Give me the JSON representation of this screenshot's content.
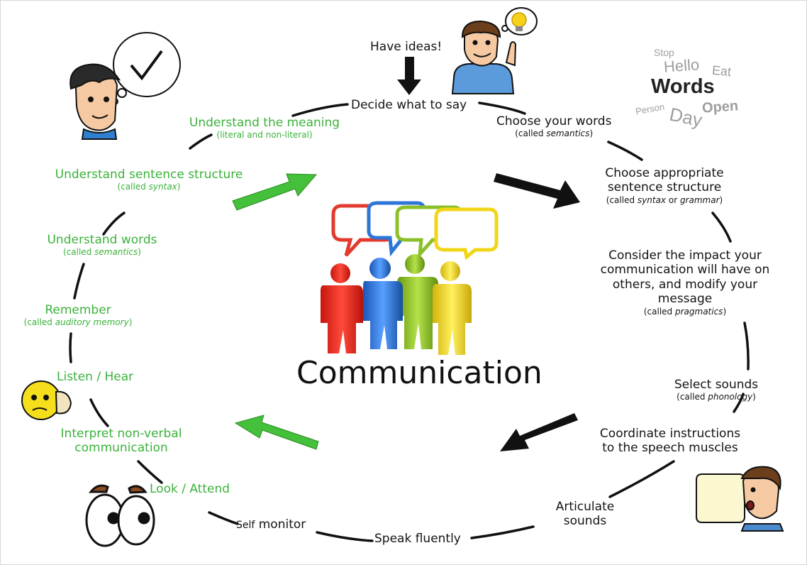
{
  "title": "Communication",
  "have_ideas": "Have ideas!",
  "word_cloud": {
    "main": "Words",
    "others": [
      "Stop",
      "Hello",
      "Eat",
      "Person",
      "Day",
      "Open"
    ]
  },
  "expressive_steps": [
    {
      "main": "Decide what to say",
      "sub": ""
    },
    {
      "main": "Choose your words",
      "sub_pre": "(called ",
      "sub_em": "semantics",
      "sub_post": ")"
    },
    {
      "main1": "Choose appropriate",
      "main2": "sentence structure",
      "sub_pre": "(called ",
      "sub_em": "syntax",
      "sub_mid": " or ",
      "sub_em2": "grammar",
      "sub_post": ")"
    },
    {
      "line1": "Consider the impact your",
      "line2": "communication will have on",
      "line3": "others, and modify your",
      "line4": "message",
      "sub_pre": "(called ",
      "sub_em": "pragmatics",
      "sub_post": ")"
    },
    {
      "main": "Select sounds",
      "sub_pre": "(called ",
      "sub_em": "phonology",
      "sub_post": ")"
    },
    {
      "line1": "Coordinate instructions",
      "line2": "to the speech muscles"
    },
    {
      "line1": "Articulate",
      "line2": "sounds"
    },
    {
      "main": "Speak fluently"
    },
    {
      "main_small": "Self",
      "main": " monitor"
    }
  ],
  "receptive_steps": [
    {
      "line1": "Look / Attend"
    },
    {
      "line1": "Interpret non-verbal",
      "line2": "communication"
    },
    {
      "line1": "Listen / Hear"
    },
    {
      "main": "Remember",
      "sub_pre": "(called ",
      "sub_em": "auditory memory",
      "sub_post": ")"
    },
    {
      "main": "Understand words",
      "sub_pre": "(called ",
      "sub_em": "semantics",
      "sub_post": ")"
    },
    {
      "main": "Understand sentence structure",
      "sub_pre": "(called ",
      "sub_em": "syntax",
      "sub_post": ")"
    },
    {
      "main": "Understand the meaning",
      "sub": "(literal and non-literal)"
    }
  ],
  "colors": {
    "green_text": "#3bb23b",
    "green_arrow": "#44c03a",
    "black_arrow": "#111111",
    "person_red": "#e1251b",
    "person_blue": "#2f73d6",
    "person_green": "#8cc02a",
    "person_yellow": "#f1d617"
  },
  "icons": [
    "thinking-boy-icon",
    "checkmark-bubble-icon",
    "man-with-idea-icon",
    "lightbulb-icon",
    "worried-face-icon",
    "eyes-icon",
    "speaking-man-icon",
    "people-group-icon"
  ]
}
